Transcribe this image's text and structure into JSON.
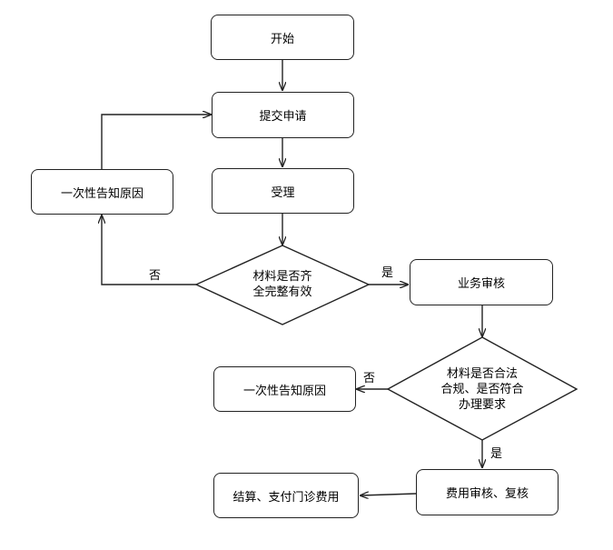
{
  "nodes": {
    "start": "开始",
    "submit": "提交申请",
    "accept": "受理",
    "check1": [
      "材料是否齐",
      "全完整有效"
    ],
    "notify1": "一次性告知原因",
    "review": "业务审核",
    "check2": [
      "材料是否合法",
      "合规、是否符合",
      "办理要求"
    ],
    "notify2": "一次性告知原因",
    "fee_review": "费用审核、复核",
    "settle": "结算、支付门诊费用"
  },
  "edge_labels": {
    "no1": "否",
    "yes1": "是",
    "no2": "否",
    "yes2": "是"
  }
}
